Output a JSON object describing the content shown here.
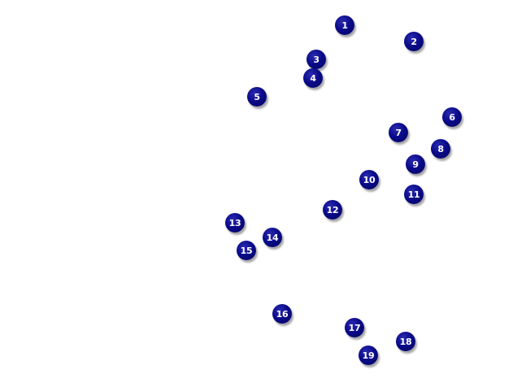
{
  "markers": [
    {
      "label": "1"
    },
    {
      "label": "2"
    },
    {
      "label": "3"
    },
    {
      "label": "4"
    },
    {
      "label": "5"
    },
    {
      "label": "6"
    },
    {
      "label": "7"
    },
    {
      "label": "8"
    },
    {
      "label": "9"
    },
    {
      "label": "10"
    },
    {
      "label": "11"
    },
    {
      "label": "12"
    },
    {
      "label": "13"
    },
    {
      "label": "14"
    },
    {
      "label": "15"
    },
    {
      "label": "16"
    },
    {
      "label": "17"
    },
    {
      "label": "18"
    },
    {
      "label": "19"
    }
  ],
  "colors": {
    "marker_fill": "#0b0b8a",
    "marker_text": "#ffffff",
    "background": "#ffffff"
  }
}
